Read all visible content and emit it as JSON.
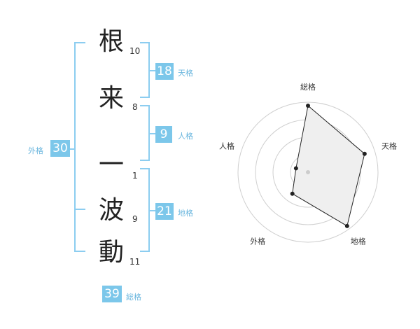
{
  "name": {
    "chars": [
      {
        "char": "根",
        "strokes": "10"
      },
      {
        "char": "来",
        "strokes": "8"
      },
      {
        "char": "一",
        "strokes": "1"
      },
      {
        "char": "波",
        "strokes": "9"
      },
      {
        "char": "動",
        "strokes": "11"
      }
    ]
  },
  "fortunes": {
    "tenkaku": {
      "value": "18",
      "label": "天格"
    },
    "jinkaku": {
      "value": "9",
      "label": "人格"
    },
    "chikaku": {
      "value": "21",
      "label": "地格"
    },
    "gaikaku": {
      "value": "30",
      "label": "外格"
    },
    "soukaku": {
      "value": "39",
      "label": "総格"
    }
  },
  "colors": {
    "accent": "#7cc7ea",
    "bracket": "#8ccdf0"
  },
  "chart_data": {
    "type": "radar",
    "axes": [
      "総格",
      "天格",
      "地格",
      "外格",
      "人格"
    ],
    "values": [
      0.95,
      0.85,
      0.95,
      0.38,
      0.18
    ],
    "rings": 4
  }
}
